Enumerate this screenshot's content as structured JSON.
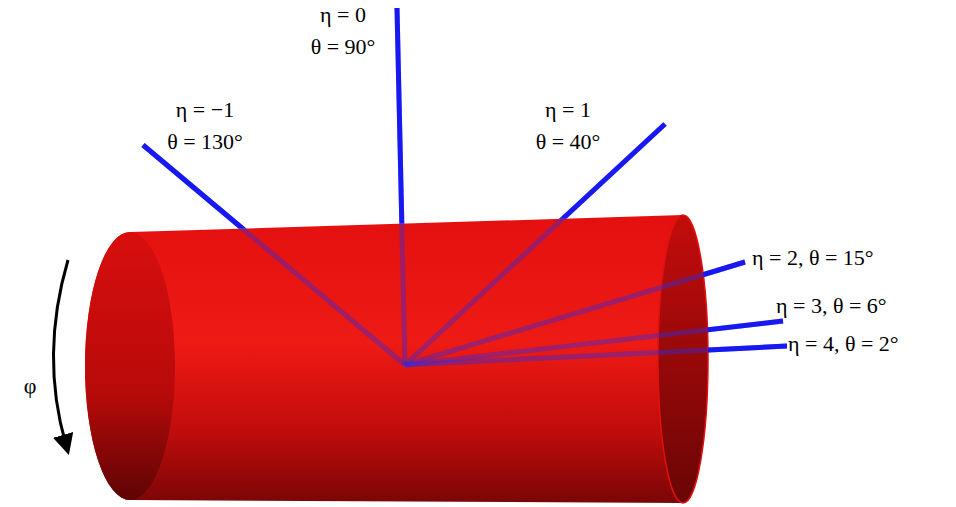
{
  "diagram": {
    "labels": [
      "η = −1",
      "θ = 130°",
      "η = 0",
      "θ = 90°",
      "η = 1",
      "θ = 40°",
      "η = 2,   θ = 15°",
      "η = 3,   θ = 6°",
      "η = 4,   θ = 2°",
      "φ"
    ]
  }
}
